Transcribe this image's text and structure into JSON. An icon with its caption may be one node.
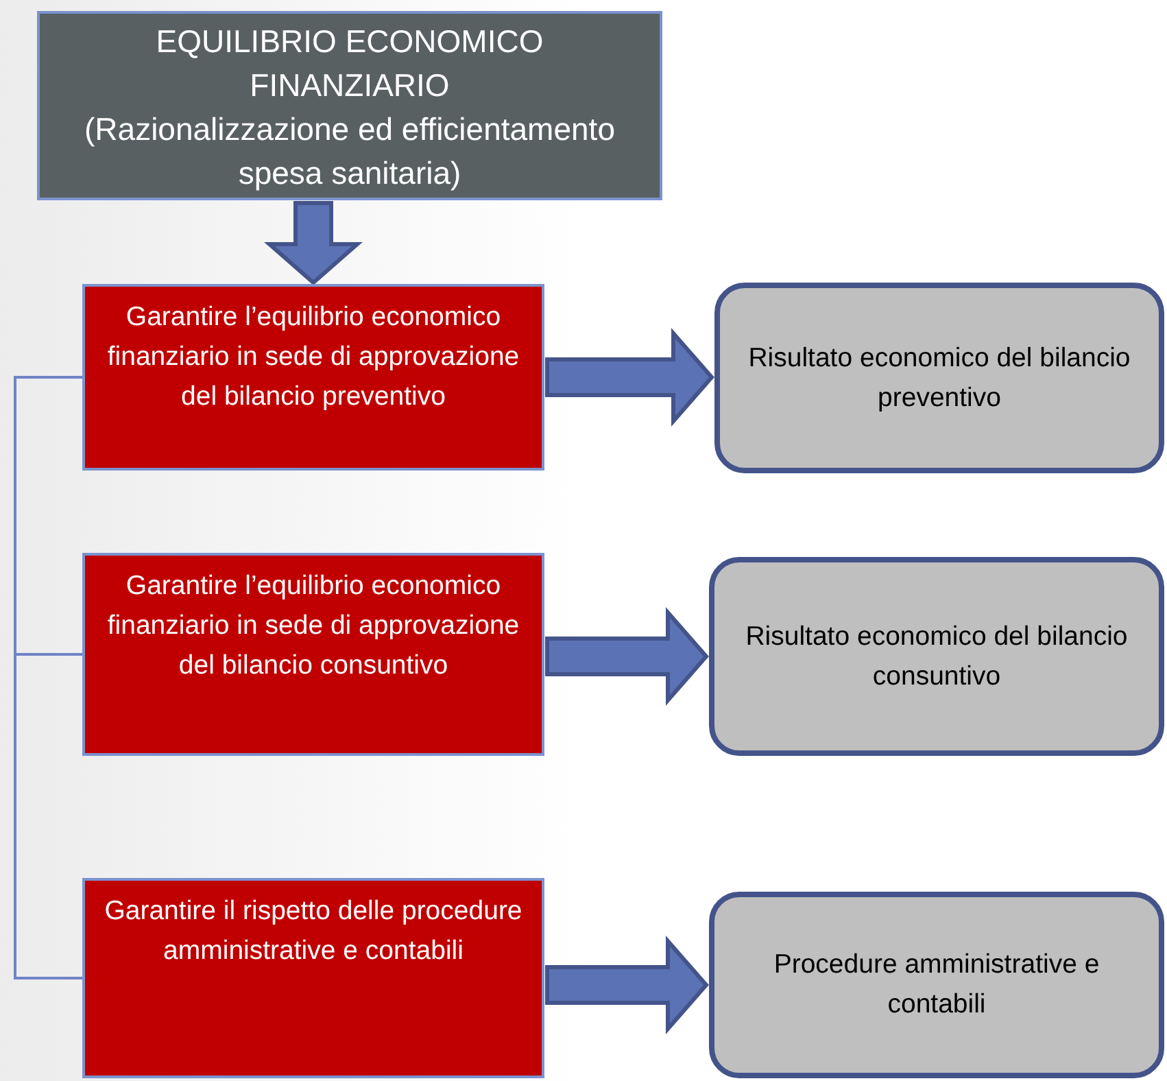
{
  "diagram": {
    "nodes": [
      {
        "text": [
          "EQUILIBRIO ECONOMICO FINANZIARIO",
          "(Razionalizzazione ed efficientamento spesa sanitaria)"
        ]
      },
      {
        "text": [
          "Garantire l’equilibrio economico finanziario in sede di approvazione del bilancio preventivo"
        ]
      },
      {
        "text": [
          "Garantire l’equilibrio economico finanziario in sede di approvazione del bilancio consuntivo"
        ]
      },
      {
        "text": [
          "Garantire il rispetto delle procedure amministrative e contabili"
        ]
      },
      {
        "text": [
          "Risultato economico del bilancio preventivo"
        ]
      },
      {
        "text": [
          "Risultato economico del bilancio consuntivo"
        ]
      },
      {
        "text": [
          "Procedure amministrative e contabili"
        ]
      }
    ],
    "edges": [
      {
        "from": 0,
        "to": 1,
        "arrow": "to",
        "style": "thick"
      },
      {
        "from": 1,
        "to": 4,
        "arrow": "to",
        "style": "thick"
      },
      {
        "from": 2,
        "to": 5,
        "arrow": "to",
        "style": "thick"
      },
      {
        "from": 3,
        "to": 6,
        "arrow": "to",
        "style": "thick"
      },
      {
        "from": 1,
        "to": 2,
        "arrow": "none",
        "color": "#6f84c6"
      },
      {
        "from": 1,
        "to": 3,
        "arrow": "none",
        "color": "#6f84c6"
      }
    ]
  }
}
